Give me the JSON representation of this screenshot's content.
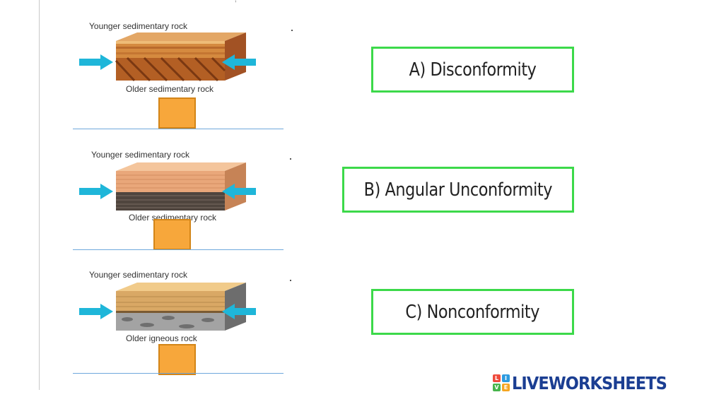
{
  "top_scrap": "·  ,   ·",
  "diagrams": [
    {
      "top_label": "Younger sedimentary rock",
      "bottom_label": "Older sedimentary rock"
    },
    {
      "top_label": "Younger sedimentary rock",
      "bottom_label": "Older sedimentary rock"
    },
    {
      "top_label": "Younger sedimentary rock",
      "bottom_label": "Older igneous rock"
    }
  ],
  "options": [
    {
      "label": "A) Disconformity"
    },
    {
      "label": "B) Angular Unconformity"
    },
    {
      "label": "C) Nonconformity"
    }
  ],
  "logo": {
    "icon_letters": [
      "L",
      "I",
      "V",
      "E"
    ],
    "text": "LIVEWORKSHEETS"
  },
  "colors": {
    "option_border": "#3cd94a",
    "answer_box": "#f7a73b",
    "arrow": "#1fb6d9",
    "answer_line": "#6fa8dc",
    "logo_text": "#1b3e92"
  }
}
